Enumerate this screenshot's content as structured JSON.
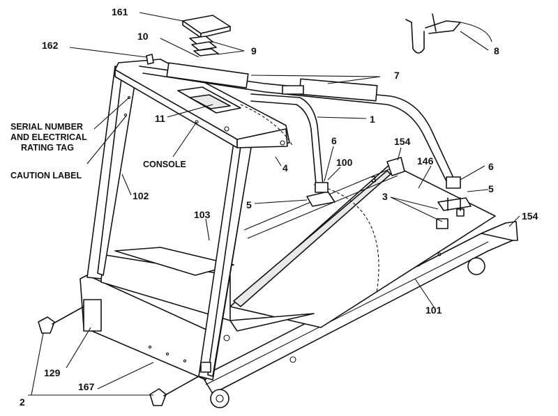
{
  "labels": {
    "p161": "161",
    "p10": "10",
    "p9": "9",
    "p162": "162",
    "p8": "8",
    "p7": "7",
    "p1": "1",
    "p11": "11",
    "serial1": "SERIAL NUMBER",
    "serial2": "AND ELECTRICAL",
    "serial3": "RATING TAG",
    "console": "CONSOLE",
    "caution": "CAUTION LABEL",
    "p6a": "6",
    "p154a": "154",
    "p146": "146",
    "p6b": "6",
    "p4": "4",
    "p100": "100",
    "p3a": "3",
    "p5a": "5",
    "p102": "102",
    "p5b": "5",
    "p3b": "3",
    "p154b": "154",
    "p103": "103",
    "p101": "101",
    "p129": "129",
    "p167": "167",
    "p2": "2"
  }
}
